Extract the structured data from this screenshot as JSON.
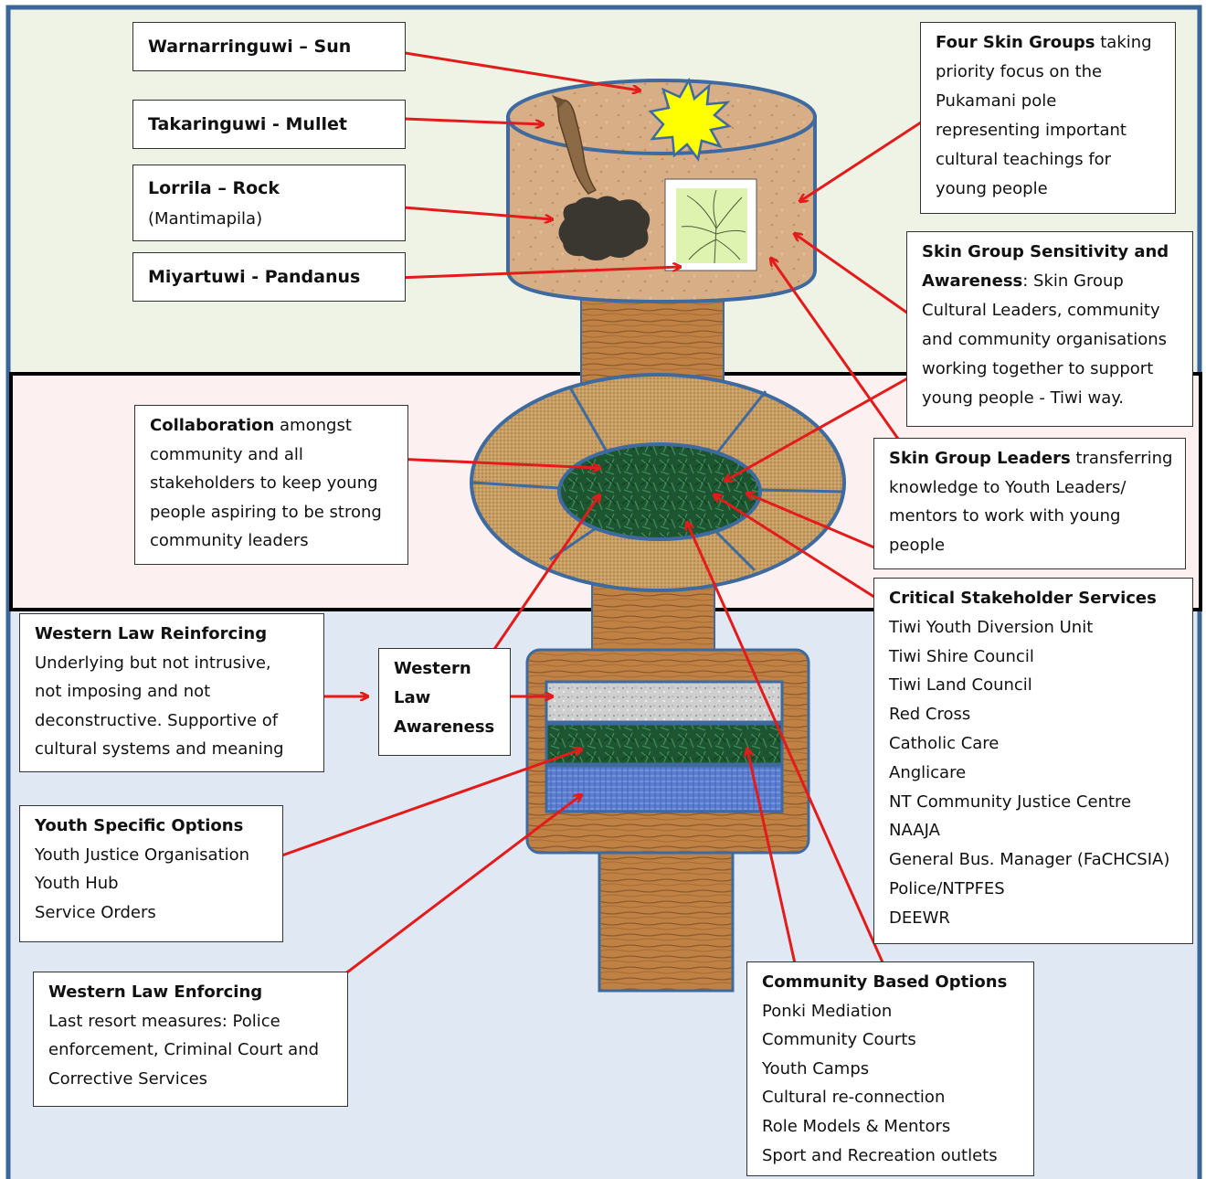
{
  "colors": {
    "top_band": "#eef3e6",
    "middle_band": "#fdf0f0",
    "bottom_band": "#dfe8f3",
    "frame": "#3b6698",
    "arrow": "#e41b1b",
    "wood": "#b97a40",
    "bark": "#d4ab82",
    "rim": "#3e6aa0",
    "burlap": "#c8a066",
    "green_moss": "#1e5a33",
    "grey_stone": "#c9c9c9",
    "blue_cloth": "#5c7fd0"
  },
  "icons": {
    "sun": "sun-icon",
    "mullet": "mullet-fish-icon",
    "rock": "rock-icon",
    "pandanus": "pandanus-plant-icon"
  },
  "labels": {
    "sun": "Warnarringuwi – Sun",
    "mullet": "Takaringuwi - Mullet",
    "rock": {
      "title": "Lorrila – Rock",
      "sub": "(Mantimapila)"
    },
    "pandanus": "Miyartuwi - Pandanus",
    "four_skin_groups": {
      "bold": "Four Skin Groups",
      "lines": [
        "taking",
        "priority focus on the",
        "Pukamani pole",
        "representing important",
        "cultural teachings for",
        "young people"
      ]
    },
    "sensitivity": {
      "bold_1": "Skin Group Sensitivity and",
      "bold_2": "Awareness",
      "rest_2": ": Skin Group",
      "lines": [
        "Cultural Leaders, community",
        "and community organisations",
        "working together to support",
        "young people - Tiwi way."
      ]
    },
    "collaboration": {
      "bold": "Collaboration",
      "lines": [
        "amongst",
        "community and all",
        "stakeholders to keep young",
        "people aspiring to be strong",
        "community leaders"
      ]
    },
    "skin_leaders": {
      "bold": "Skin Group Leaders",
      "lines": [
        "transferring",
        "knowledge to Youth Leaders/",
        "mentors to work with young",
        "people"
      ]
    },
    "western_law_reinforcing": {
      "title": "Western Law Reinforcing",
      "lines": [
        "Underlying but not intrusive,",
        "not imposing and not",
        "deconstructive.  Supportive of",
        "cultural systems and meaning"
      ]
    },
    "western_law_awareness": [
      "Western",
      "Law",
      "Awareness"
    ],
    "critical_stakeholders": {
      "title": "Critical Stakeholder Services",
      "items": [
        "Tiwi Youth Diversion Unit",
        "Tiwi Shire Council",
        "Tiwi Land Council",
        "Red Cross",
        "Catholic Care",
        "Anglicare",
        "NT Community Justice Centre",
        "NAAJA",
        "General Bus. Manager (FaCHCSIA)",
        "Police/NTPFES",
        "DEEWR"
      ]
    },
    "youth_specific": {
      "title": "Youth Specific Options",
      "items": [
        "Youth Justice Organisation",
        "Youth Hub",
        "Service Orders"
      ]
    },
    "western_law_enforcing": {
      "title": "Western Law Enforcing",
      "lines": [
        "Last resort measures: Police",
        "enforcement, Criminal Court and",
        "Corrective Services"
      ]
    },
    "community_based": {
      "title": "Community Based Options",
      "items": [
        "Ponki  Mediation",
        "Community Courts",
        "Youth Camps",
        "Cultural re-connection",
        "Role Models & Mentors",
        "Sport and Recreation outlets"
      ]
    }
  }
}
